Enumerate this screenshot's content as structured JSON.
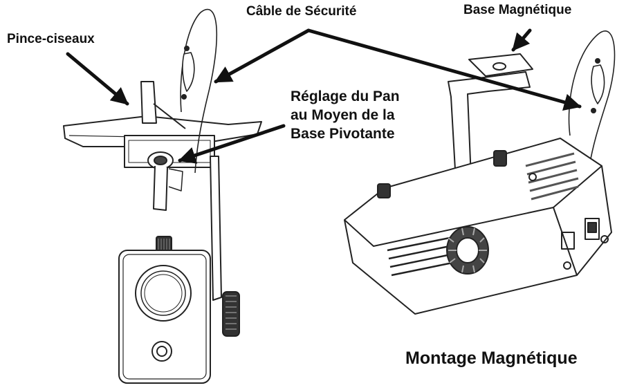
{
  "labels": {
    "scissor_clamp": "Pince-ciseaux",
    "safety_cable": "Câble de Sécurité",
    "magnetic_base": "Base Magnétique",
    "pan_adjust_line1": "Réglage du Pan",
    "pan_adjust_line2": "au Moyen de la",
    "pan_adjust_line3": "Base Pivotante",
    "magnetic_mount": "Montage Magnétique"
  }
}
